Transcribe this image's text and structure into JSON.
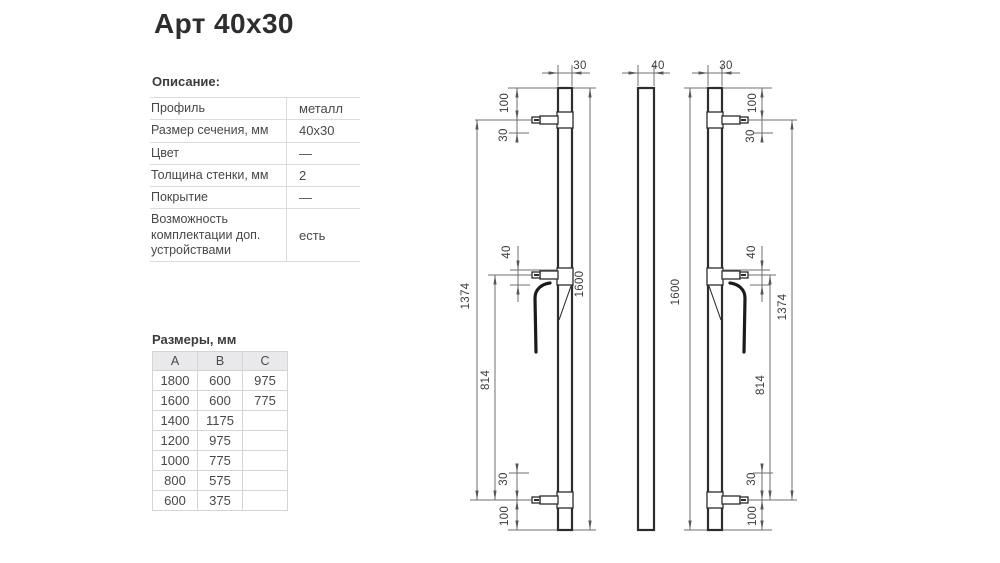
{
  "page": {
    "title": "Арт 40x30"
  },
  "description": {
    "heading": "Описание:",
    "rows": [
      {
        "label": "Профиль",
        "value": "металл"
      },
      {
        "label": "Размер сечения, мм",
        "value": "40x30"
      },
      {
        "label": "Цвет",
        "value": "—"
      },
      {
        "label": "Толщина стенки, мм",
        "value": "2"
      },
      {
        "label": "Покрытие",
        "value": "—"
      },
      {
        "label": "Возможность комплектации доп. устройствами",
        "value": "есть"
      }
    ]
  },
  "sizes": {
    "heading": "Размеры, мм",
    "headers": [
      "A",
      "B",
      "C"
    ],
    "rows": [
      [
        "1800",
        "600",
        "975"
      ],
      [
        "1600",
        "600",
        "775"
      ],
      [
        "1400",
        "1175",
        ""
      ],
      [
        "1200",
        "975",
        ""
      ],
      [
        "1000",
        "775",
        ""
      ],
      [
        "800",
        "575",
        ""
      ],
      [
        "600",
        "375",
        ""
      ]
    ]
  },
  "drawing": {
    "labels": {
      "v30": "30",
      "v40": "40",
      "v100": "100",
      "v814": "814",
      "v1374": "1374",
      "v1600": "1600"
    }
  },
  "colors": {
    "text": "#48484a",
    "drawing_lines": "#6f6f6f",
    "drawing_solid": "#2d2d2d",
    "table_border": "#d5d5d7",
    "table_header_bg": "#e9e9eb"
  }
}
